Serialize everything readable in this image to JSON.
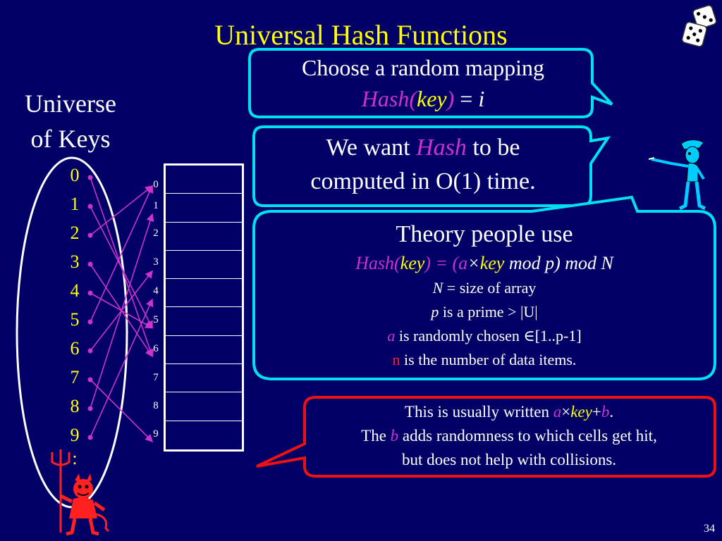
{
  "slide": {
    "title": "Universal Hash Functions",
    "page_number": "34"
  },
  "universe": {
    "label_line1": "Universe",
    "label_line2": "of Keys",
    "keys": [
      "0",
      "1",
      "2",
      "3",
      "4",
      "5",
      "6",
      "7",
      "8",
      "9"
    ],
    "more": ":"
  },
  "hash_table": {
    "indices": [
      "0",
      "1",
      "2",
      "3",
      "4",
      "5",
      "6",
      "7",
      "8",
      "9"
    ]
  },
  "mapping_arrows": [
    {
      "from": 0,
      "to": 6
    },
    {
      "from": 1,
      "to": 5
    },
    {
      "from": 2,
      "to": 0
    },
    {
      "from": 3,
      "to": 6
    },
    {
      "from": 4,
      "to": 5
    },
    {
      "from": 5,
      "to": 0
    },
    {
      "from": 6,
      "to": 3
    },
    {
      "from": 7,
      "to": 9
    },
    {
      "from": 8,
      "to": 1
    },
    {
      "from": 9,
      "to": 4
    }
  ],
  "bubble_mapping": {
    "line1": "Choose a random mapping",
    "hash": "Hash(",
    "key": "key",
    "close": ")",
    "equals": " = ",
    "i": "i"
  },
  "bubble_time": {
    "pre": "We want ",
    "hash": "Hash",
    "post": " to be",
    "line2": "computed in O(1) time."
  },
  "bubble_theory": {
    "title": "Theory people use",
    "f_hash": "Hash(",
    "f_key1": "key",
    "f_close": ")",
    "f_eq": " = (",
    "f_a": "a",
    "f_times": "×",
    "f_key2": "key",
    "f_rest": " mod p) mod N",
    "l1_var": "N",
    "l1_text": " = size of array",
    "l2_var": "p",
    "l2_text": " is a prime > |U|",
    "l3_var": "a",
    "l3_text": " is randomly chosen ∈[1..p-1]",
    "l4_var": "n",
    "l4_text": " is the number of data items."
  },
  "bubble_usual": {
    "l1_pre": "This is usually written ",
    "l1_a": "a",
    "l1_times": "×",
    "l1_key": "key",
    "l1_plus": "+",
    "l1_b": "b",
    "l1_end": ".",
    "l2_pre": "The ",
    "l2_b": "b",
    "l2_post": " adds randomness to which cells get hit,",
    "l3": "but does not help with collisions."
  },
  "colors": {
    "background": "#000066",
    "title": "#ffff00",
    "keys": "#ffff00",
    "magenta": "#cc33cc",
    "cyan_border": "#00e0f0",
    "red_border": "#ee1111",
    "red_text": "#ff2020"
  },
  "icons": [
    "dice-icon",
    "devil-icon",
    "pirate-figure-icon"
  ]
}
